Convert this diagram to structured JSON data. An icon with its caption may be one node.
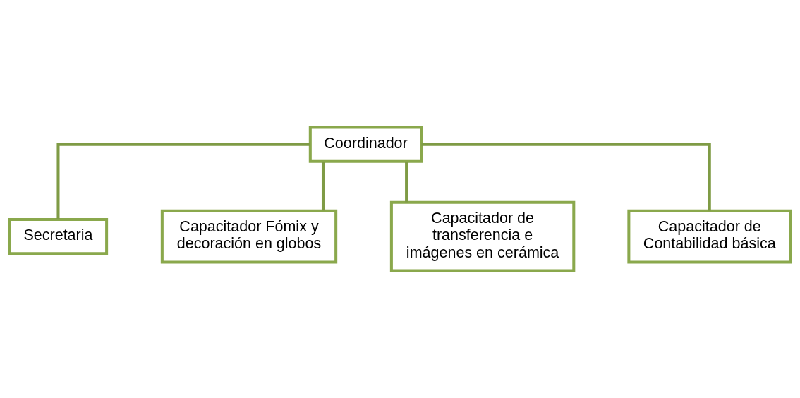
{
  "diagram": {
    "nodes": [
      {
        "text": [
          "Coordinador"
        ]
      },
      {
        "text": [
          "Secretaria"
        ]
      },
      {
        "text": [
          "Capacitador Fómix y decoración en globos"
        ]
      },
      {
        "text": [
          "Capacitador de transferencia e imágenes en cerámica"
        ]
      },
      {
        "text": [
          "Capacitador de Contabilidad básica"
        ]
      }
    ],
    "edges": [
      {
        "from": 0,
        "to": 1,
        "arrow": "none"
      },
      {
        "from": 0,
        "to": 2,
        "arrow": "none"
      },
      {
        "from": 0,
        "to": 3,
        "arrow": "none"
      },
      {
        "from": 0,
        "to": 4,
        "arrow": "none"
      }
    ]
  }
}
